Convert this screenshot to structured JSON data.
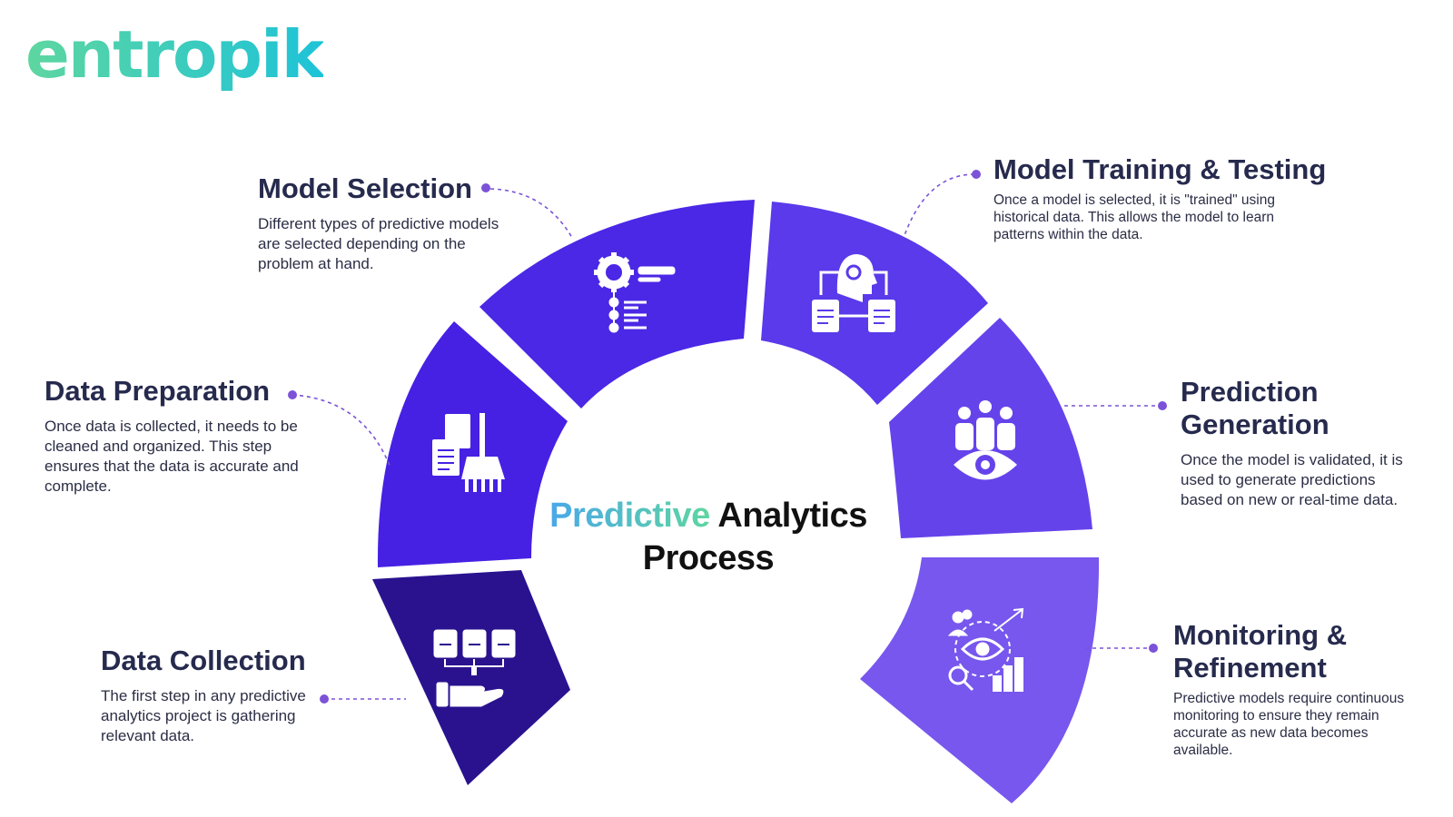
{
  "logo": {
    "text": "entropik"
  },
  "center_title": {
    "accent": "Predictive",
    "rest": "Analytics",
    "line2": "Process"
  },
  "steps": [
    {
      "title": "Data Collection",
      "body": "The first step in any predictive analytics project is gathering relevant data.",
      "color": "#2a128f",
      "icon": "hand-documents-icon"
    },
    {
      "title": "Data Preparation",
      "body": "Once data is collected, it needs to be cleaned and organized. This step ensures that the data is accurate and complete.",
      "color": "#4621e3",
      "icon": "documents-broom-icon"
    },
    {
      "title": "Model Selection",
      "body": "Different types of predictive models are selected depending on the problem at hand.",
      "color": "#4b27e6",
      "icon": "gear-flowchart-icon"
    },
    {
      "title": "Model Training & Testing",
      "body": "Once a model is selected, it is \"trained\" using historical data. This allows the model to learn patterns within the data.",
      "color": "#5a3aea",
      "icon": "head-gear-clipboards-icon"
    },
    {
      "title": "Prediction Generation",
      "body": "Once the model is validated, it is used to generate predictions based on new or real-time data.",
      "color": "#6543eb",
      "icon": "people-eye-icon"
    },
    {
      "title": "Monitoring & Refinement",
      "body": "Predictive models require continuous monitoring to ensure they remain accurate as new data becomes available.",
      "color": "#7757ee",
      "icon": "eye-chart-magnifier-icon"
    }
  ],
  "connector_color": "#7b52d8"
}
